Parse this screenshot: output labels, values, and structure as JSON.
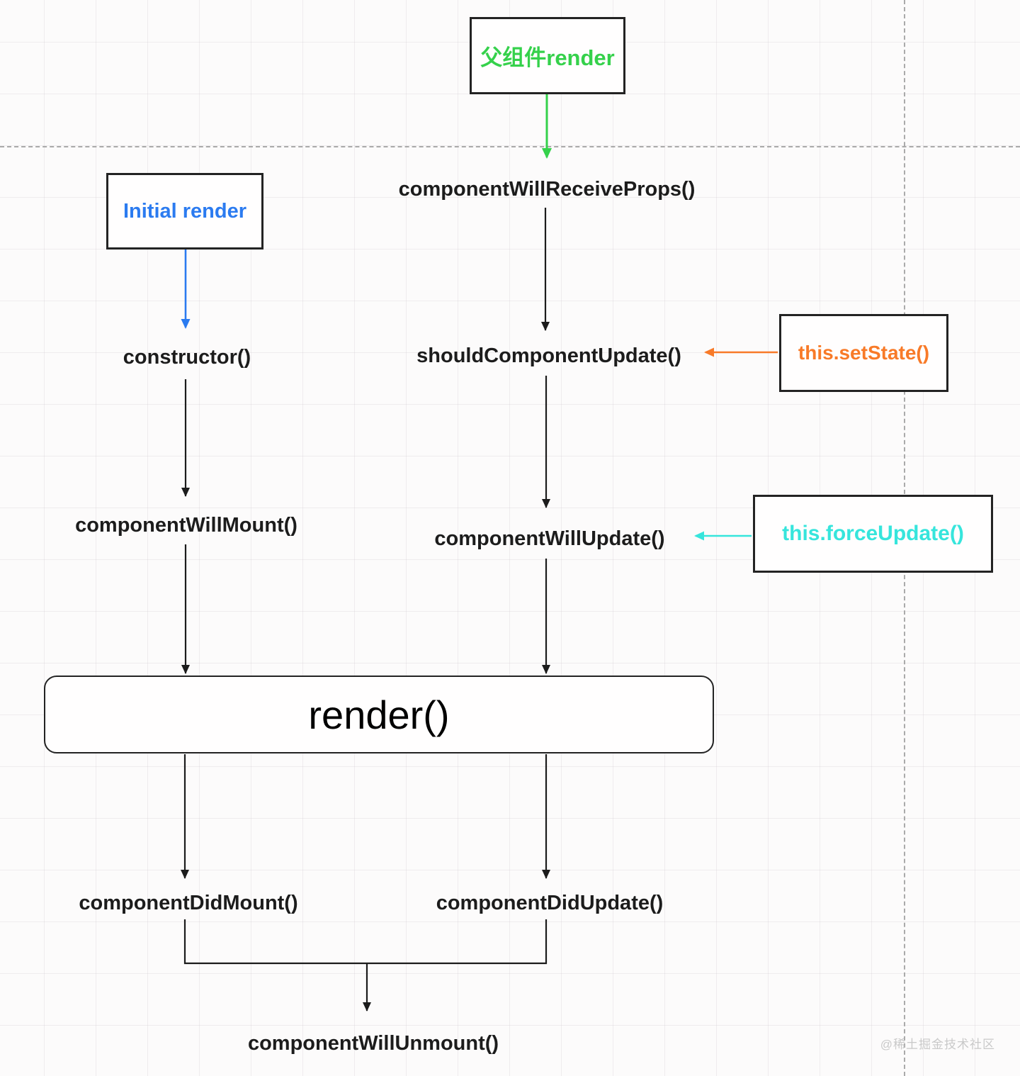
{
  "diagram": {
    "title_context": "React component lifecycle flowchart",
    "boxes": {
      "parent_render": {
        "label": "父组件render"
      },
      "initial_render": {
        "label": "Initial render"
      },
      "set_state": {
        "label": "this.setState()"
      },
      "force_update": {
        "label": "this.forceUpdate()"
      },
      "render": {
        "label": "render()"
      }
    },
    "nodes": {
      "will_receive_props": {
        "label": "componentWillReceiveProps()"
      },
      "constructor_fn": {
        "label": "constructor()"
      },
      "should_update": {
        "label": "shouldComponentUpdate()"
      },
      "will_mount": {
        "label": "componentWillMount()"
      },
      "will_update": {
        "label": "componentWillUpdate()"
      },
      "did_mount": {
        "label": "componentDidMount()"
      },
      "did_update": {
        "label": "componentDidUpdate()"
      },
      "will_unmount": {
        "label": "componentWillUnmount()"
      }
    },
    "colors": {
      "green": "#35d14b",
      "blue": "#2b7bf0",
      "orange": "#f87a28",
      "cyan": "#36e5dc",
      "black": "#1c1c1c",
      "watermark_gray": "#c9c9c9"
    },
    "watermark": {
      "label": "@稀土掘金技术社区"
    }
  }
}
